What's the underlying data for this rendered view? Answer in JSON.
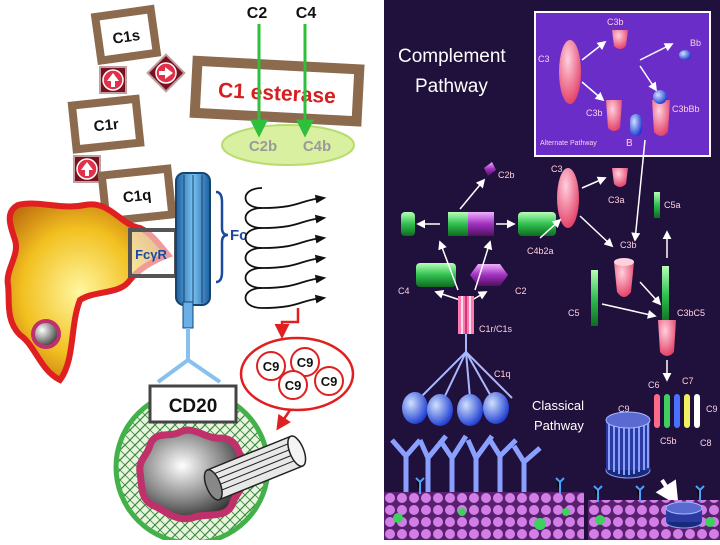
{
  "left_panel": {
    "labels": {
      "c1s": "C1s",
      "c1r": "C1r",
      "c1q": "C1q",
      "c1_esterase": "C1 esterase",
      "c2": "C2",
      "c4": "C4",
      "c2b": "C2b",
      "c4b": "C4b",
      "fc": "Fc",
      "fcgr": "FcγR",
      "cd20": "CD20",
      "c9": "C9"
    },
    "colors": {
      "frame_brown": "#8b6a4e",
      "esterase_red": "#d42020",
      "arrow_green": "#2fbf3a",
      "ellipse_green": "#d9f0a0",
      "fc_blue": "#3f8fd0",
      "c9_red": "#e02020",
      "cell_red": "#e02020",
      "target_green": "#43b14a"
    }
  },
  "right_panel": {
    "title_line1": "Complement",
    "title_line2": "Pathway",
    "inset": {
      "caption": "Alternate Pathway",
      "labels": {
        "c3b_top": "C3b",
        "c3": "C3",
        "c3b": "C3b",
        "bb": "Bb",
        "c3bbb": "C3bBb",
        "b": "B"
      }
    },
    "labels": {
      "c2b": "C2b",
      "c3": "C3",
      "c3a": "C3a",
      "c5a": "C5a",
      "c4": "C4",
      "c2": "C2",
      "c4b2a": "C4b2a",
      "c3b": "C3b",
      "c1r_c1s": "C1r/C1s",
      "c1q": "C1q",
      "c5": "C5",
      "c3bc5": "C3bC5",
      "c6": "C6",
      "c7": "C7",
      "c9": "C9",
      "c5b": "C5b",
      "c8": "C8"
    },
    "classical_line1": "Classical",
    "classical_line2": "Pathway",
    "colors": {
      "bg": "#20103c",
      "inset_bg": "#6a2dc8",
      "inset_border": "#ffffff",
      "pink": "#ff6a8a",
      "green": "#3fd060",
      "purple": "#b030c8",
      "membrane": "#c060d0",
      "antibody": "#8aa0ff"
    }
  }
}
